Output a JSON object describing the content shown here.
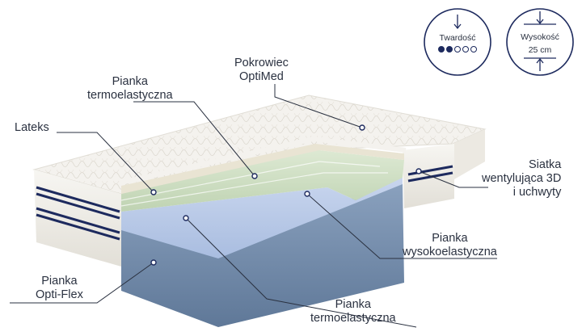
{
  "labels": {
    "pokrowiec": [
      "Pokrowiec",
      "OptiMed"
    ],
    "pianka_termo_top": [
      "Pianka",
      "termoelastyczna"
    ],
    "lateks": "Lateks",
    "siatka": [
      "Siatka",
      "wentylująca 3D",
      "i uchwyty"
    ],
    "pianka_wysoko": [
      "Pianka",
      "wysokoelastyczna"
    ],
    "pianka_optiflex": [
      "Pianka",
      "Opti-Flex"
    ],
    "pianka_termo_bottom": [
      "Pianka",
      "termoelastyczna"
    ]
  },
  "badges": {
    "hardness": {
      "label": "Twardość",
      "level": 2,
      "max": 5
    },
    "height": {
      "label": "Wysokość",
      "value": "25 cm"
    }
  },
  "colors": {
    "navy": "#1d2a5e",
    "text": "#2a3140",
    "cover": "#f3f1ec",
    "latex": "#e8e3d2",
    "green_foam": "#cfe0c4",
    "blue_foam": "#b7c8e6",
    "base_foam": "#6f8aab"
  }
}
